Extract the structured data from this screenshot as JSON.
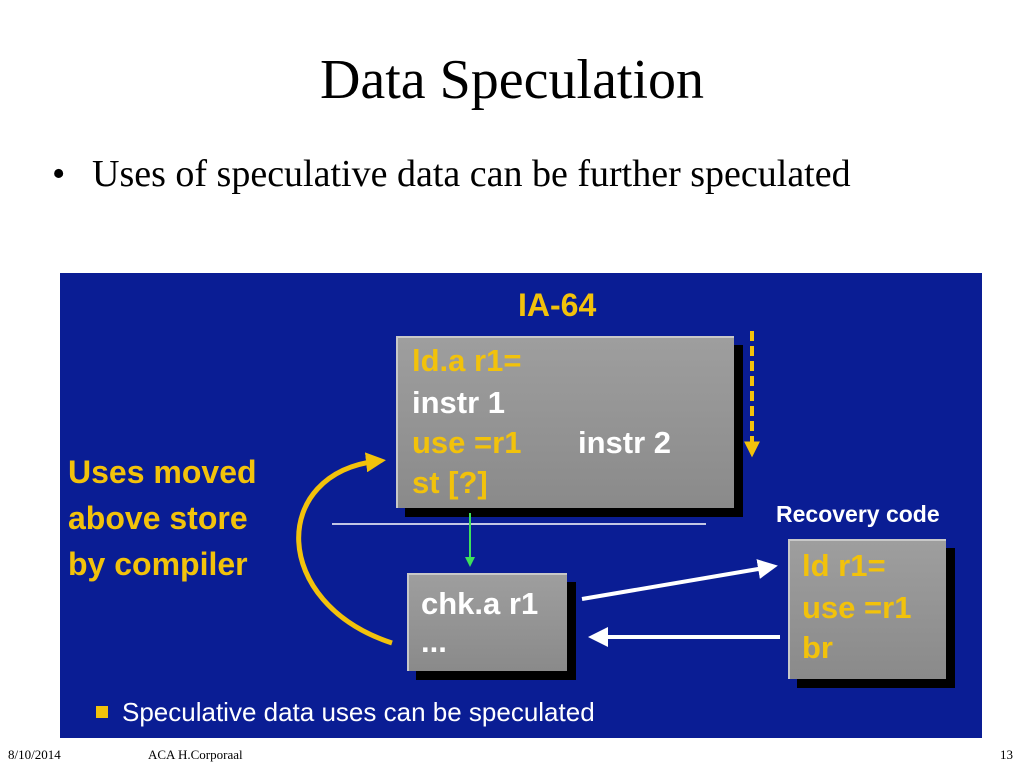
{
  "slide": {
    "title": "Data Speculation",
    "bullet_marker": "•",
    "bullet_text": "Uses of speculative data can be further speculated"
  },
  "figure": {
    "heading": "IA-64",
    "main_block": [
      "ld.a r1=",
      "instr 1",
      "use =r1",
      "instr 2",
      "st [?]"
    ],
    "side_label_lines": [
      "Uses moved",
      "above store",
      "by compiler"
    ],
    "check_block": [
      "chk.a r1",
      "..."
    ],
    "recovery_label": "Recovery code",
    "recovery_block": [
      "ld r1=",
      "use =r1",
      "br"
    ],
    "bottom_bullet": "Speculative data uses can be speculated",
    "colors": {
      "background": "#0a1d94",
      "highlight": "#f2c20b",
      "text": "#ffffff",
      "box": "#9a9a9a",
      "check_arrow": "#3ee05a"
    }
  },
  "footer": {
    "date": "8/10/2014",
    "author": "ACA H.Corporaal",
    "page": "13"
  }
}
